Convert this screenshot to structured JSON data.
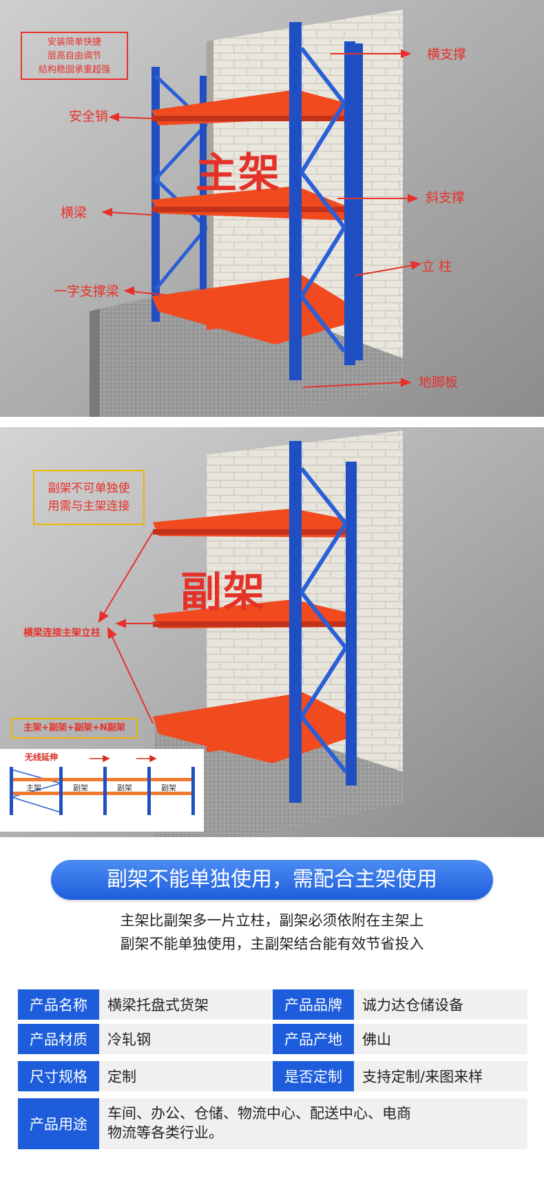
{
  "panel1": {
    "note_lines": [
      "安装简单快捷",
      "层高自由调节",
      "结构稳固承重超强"
    ],
    "title": "主架",
    "callouts": {
      "hengzhicheng": "横支撑",
      "anquanxiao": "安全销",
      "xiezhicheng": "斜支撑",
      "hengliang": "横梁",
      "lizhu": "立 柱",
      "yizi": "一字支撑梁",
      "dijiaoban": "地脚板"
    }
  },
  "panel2": {
    "note_lines": [
      "副架不可单独使",
      "用需与主架连接"
    ],
    "title": "副架",
    "beam_callout": "横梁连接主架立柱",
    "formula": "主架+副架+副架+N副架",
    "inset": {
      "caption": "无线延伸",
      "labels": [
        "主架",
        "副架",
        "副架",
        "副架"
      ]
    }
  },
  "banner": "副架不能单独使用，需配合主架使用",
  "description": [
    "主架比副架多一片立柱，副架必须依附在主架上",
    "副架不能单独使用，主副架结合能有效节省投入"
  ],
  "specs": [
    {
      "label": "产品名称",
      "value": "横梁托盘式货架",
      "label2": "产品品牌",
      "value2": "诚力达仓储设备"
    },
    {
      "label": "产品材质",
      "value": "冷轧钢",
      "label2": "产品产地",
      "value2": "佛山"
    },
    {
      "label": "尺寸规格",
      "value": "定制",
      "label2": "是否定制",
      "value2": "支持定制/来图来样"
    }
  ],
  "usage": {
    "label": "产品用途",
    "lines": [
      "车间、办公、仓储、物流中心、配送中心、电商",
      "物流等各类行业。"
    ]
  },
  "colors": {
    "blue": "#1d5ddc",
    "red": "#e8302a",
    "orange_beam": "#f04a1e",
    "rack_blue": "#1f4fc2",
    "gold": "#f0b400"
  }
}
